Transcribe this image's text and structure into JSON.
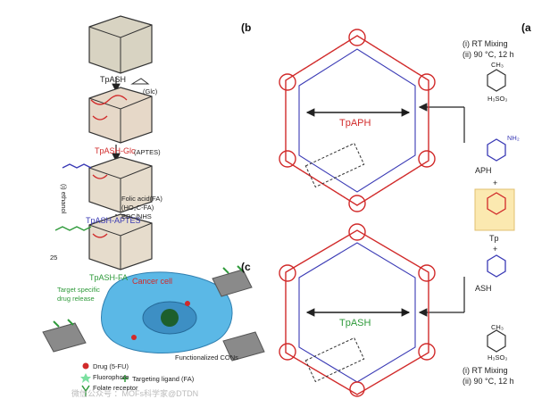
{
  "panels": {
    "a": "(a",
    "b": "(b",
    "c": "(c"
  },
  "panel_a": {
    "cond_top_1": "(i) RT Mixing",
    "cond_top_2": "(ii) 90 °C, 12 h",
    "cond_bot_1": "(i) RT Mixing",
    "cond_bot_2": "(ii) 90 °C, 12 h",
    "reagent_top_lbl": "CH₃",
    "reagent_top_sub": "H₃SO₃",
    "reagent_bot_lbl": "CH₃",
    "reagent_bot_sub": "H₃SO₃",
    "aph_label": "APH",
    "aph_group": "NH₂",
    "tp_label": "Tp",
    "ash_label": "ASH",
    "plus_1": "+",
    "plus_2": "+",
    "tpaph_label": "TpAPH",
    "tpash_label": "TpASH"
  },
  "panel_b": {
    "tpash": "TpASH",
    "glc": "(Glc)",
    "tpash_glc": "TpASH-Glc",
    "aptes": "(APTES)",
    "cond_1": "(i) ethanol",
    "tpash_aptes": "TpASH-APTES",
    "folic_1": "Folic acid(FA)",
    "folic_2": "(HO₂C-FA)",
    "folic_3": "EDC/NHS",
    "tpash_fa": "TpASH-FA",
    "num": "25"
  },
  "panel_c": {
    "cancer_cell": "Cancer cell",
    "target_1": "Target specific",
    "target_2": "drug release",
    "func_cons": "Functionalized CONs",
    "legend_drug": "Drug (5-FU)",
    "legend_fluoro": "Fluorophore",
    "legend_folate": "Folate receptor",
    "legend_ligand": "Targeting ligand (FA)",
    "watermark": "微信公众号 ：MOFs科学家@DTDN"
  },
  "colors": {
    "red": "#d12a2a",
    "blue": "#3a3ab5",
    "green": "#2e9a3a",
    "cell": "#5bb8e6",
    "cof_sheet": "#8a8a8a"
  }
}
